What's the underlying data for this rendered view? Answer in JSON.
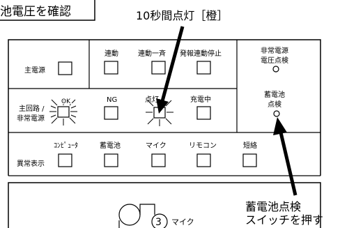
{
  "top_label": "池電圧を確認",
  "callout_top": "10秒間点灯［橙］",
  "panel": {
    "row1": {
      "main_power": "主電源",
      "linked": "連動",
      "linked_all": "連動一斉",
      "alarm_linked_stop": "発報連動停止",
      "emergency_voltage_check": [
        "非常電源",
        "電圧点検"
      ]
    },
    "row2": {
      "main_circuit": [
        "主回路 /",
        "非常電源"
      ],
      "ok": "OK",
      "ng": "NG",
      "lit": "点灯",
      "charging": "充電中",
      "battery_check": [
        "蓄電池",
        "点検"
      ]
    },
    "row3": {
      "fault_display": "異常表示",
      "computer": "ｺﾝﾋﾟｭｰﾀ",
      "battery": "蓄電池",
      "mic": "マイク",
      "remote": "リモコン",
      "short": "短絡"
    }
  },
  "bottom": {
    "number": "3",
    "mic_label": "マイク"
  },
  "callout_bottom": [
    "蓄電池点検",
    "スイッチを押す"
  ]
}
